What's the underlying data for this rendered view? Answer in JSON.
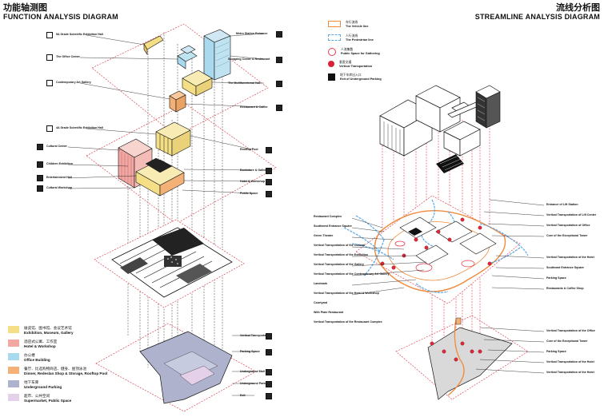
{
  "left": {
    "title_cn": "功能轴测图",
    "title_en": "FUNCTION ANALYSIS DIAGRAM",
    "labels_right": [
      {
        "cn": "",
        "en": "Metro Station Entrance"
      },
      {
        "cn": "",
        "en": "Shopping Center & Restaurant"
      },
      {
        "cn": "",
        "en": "The Multifunctional Hall"
      },
      {
        "cn": "",
        "en": "Restaurant & Coffee"
      },
      {
        "cn": "",
        "en": "Rooftop Pool"
      },
      {
        "cn": "",
        "en": "Bookstore & Gallery"
      },
      {
        "cn": "",
        "en": "Hotel & Workshop"
      },
      {
        "cn": "",
        "en": "Public Space"
      },
      {
        "cn": "",
        "en": "Vertical Transportation"
      },
      {
        "cn": "",
        "en": "Parking Space"
      },
      {
        "cn": "",
        "en": "Underground Mall"
      },
      {
        "cn": "",
        "en": "Underground Parking"
      },
      {
        "cn": "",
        "en": "Exit"
      }
    ],
    "labels_left": [
      {
        "cn": "",
        "en": "5A Grade Scientific Exhibition Hall"
      },
      {
        "cn": "",
        "en": "The Office Center"
      },
      {
        "cn": "",
        "en": "Contemporary Art Gallery"
      },
      {
        "cn": "",
        "en": "4A Grade Scientific Exhibition Hall"
      },
      {
        "cn": "",
        "en": "Cultural Center"
      },
      {
        "cn": "",
        "en": "Children Exhibition"
      },
      {
        "cn": "",
        "en": "Entertainment Hall"
      },
      {
        "cn": "",
        "en": "Cultural Workshop"
      }
    ],
    "legend": [
      {
        "cn": "展览馆、图书馆、会议艺术馆",
        "en": "Exhibition, Museum, Gallery",
        "color": "#f4df86"
      },
      {
        "cn": "酒店式公寓、工作室",
        "en": "Hotel & Workshop",
        "color": "#f2a7a3"
      },
      {
        "cn": "办公楼",
        "en": "Office Building",
        "color": "#a9d9ec"
      },
      {
        "cn": "餐厅、比选购物商店、健身、屋顶泳池",
        "en": "Dinner, Redeslan Shop & Storage, Rooftop Pool",
        "color": "#f3b178"
      },
      {
        "cn": "地下车库",
        "en": "Underground Parking",
        "color": "#aeb2cc"
      },
      {
        "cn": "超市、公共空间",
        "en": "Supermarket, Public Space",
        "color": "#e4d0e8"
      }
    ]
  },
  "right": {
    "title_cn": "流线分析图",
    "title_en": "STREAMLINE ANALYSIS DIAGRAM",
    "legend": [
      {
        "cn": "车行流线",
        "en": "The Vehicle line",
        "color": "#f08a3c"
      },
      {
        "cn": "人行流线",
        "en": "The Pedestrian line",
        "color": "#5aa8e6"
      },
      {
        "cn": "人流集散",
        "en": "Public Space for Gathering",
        "color": "#e83a4a"
      },
      {
        "cn": "垂直交通",
        "en": "Vertical Transportation",
        "color": "#d9223a"
      },
      {
        "cn": "地下车库出入口",
        "en": "Exit of Underground Parking",
        "color": "#111111"
      }
    ],
    "labels_right": [
      {
        "cn": "",
        "en": "Entrance of Lift Station"
      },
      {
        "cn": "",
        "en": "Vertical Transportation of Lift Center"
      },
      {
        "cn": "",
        "en": "Vertical Transportation of Office"
      },
      {
        "cn": "",
        "en": "Core of the Exceptional Tower"
      },
      {
        "cn": "",
        "en": "Vertical Transportation of the Hotel"
      },
      {
        "cn": "",
        "en": "Southeast Entrance Square"
      },
      {
        "cn": "",
        "en": "Parking Space"
      },
      {
        "cn": "",
        "en": "Restaurants & Coffee Shop"
      },
      {
        "cn": "",
        "en": "Vertical Transportation of the Office"
      },
      {
        "cn": "",
        "en": "Core of the Exceptional Tower"
      },
      {
        "cn": "",
        "en": "Parking Space"
      },
      {
        "cn": "",
        "en": "Vertical Transportation of the Hotel"
      },
      {
        "cn": "",
        "en": "Vertical Transportation of the Hotel"
      }
    ],
    "labels_left": [
      {
        "cn": "",
        "en": "Restaurant Complex"
      },
      {
        "cn": "",
        "en": "Southwest Entrance Square"
      },
      {
        "cn": "",
        "en": "Green Theatre"
      },
      {
        "cn": "",
        "en": "Vertical Transportation of the Cultural"
      },
      {
        "cn": "",
        "en": "Vertical Transportation of the Exhibition"
      },
      {
        "cn": "",
        "en": "Vertical Transportation of the Gallery"
      },
      {
        "cn": "",
        "en": "Vertical Transportation of the Contemporary Art Gallery"
      },
      {
        "cn": "",
        "en": "Landmark"
      },
      {
        "cn": "",
        "en": "Vertical Transportation of the Hotel & Workshop"
      },
      {
        "cn": "",
        "en": "Courtyard"
      },
      {
        "cn": "",
        "en": "With Plate Restaurant"
      },
      {
        "cn": "",
        "en": "Vertical Transportation of the Restaurant Complex"
      }
    ]
  }
}
